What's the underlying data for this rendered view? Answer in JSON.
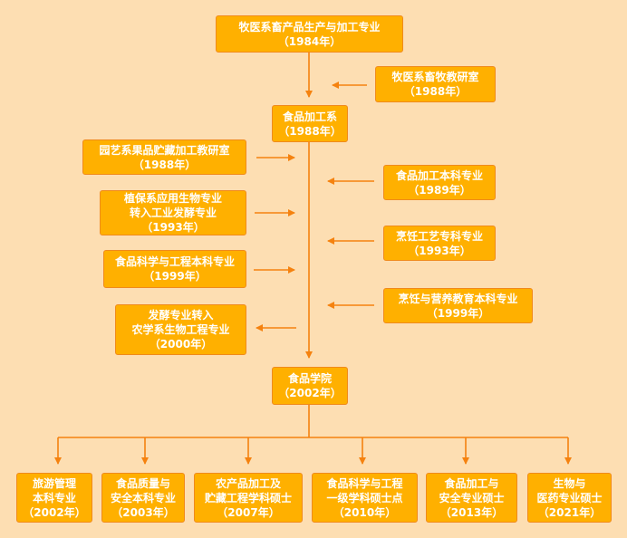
{
  "colors": {
    "background": "#fddeb2",
    "box_fill": "#ffb000",
    "box_border": "#f08a1c",
    "arrow": "#f5820f",
    "text": "#ffffff"
  },
  "nodes": {
    "origin": {
      "lines": [
        "牧医系畜产品生产与加工专业",
        "（1984年）"
      ]
    },
    "animal_lab": {
      "lines": [
        "牧医系畜牧教研室",
        "（1988年）"
      ]
    },
    "food_dept": {
      "lines": [
        "食品加工系",
        "（1988年）"
      ]
    },
    "horticulture_lab": {
      "lines": [
        "园艺系果品贮藏加工教研室",
        "（1988年）"
      ]
    },
    "food_processing_ug": {
      "lines": [
        "食品加工本科专业",
        "（1989年）"
      ]
    },
    "fermentation_transfer": {
      "lines": [
        "植保系应用生物专业",
        "转入工业发酵专业",
        "（1993年）"
      ]
    },
    "cooking_craft": {
      "lines": [
        "烹饪工艺专科专业",
        "（1993年）"
      ]
    },
    "food_science_ug": {
      "lines": [
        "食品科学与工程本科专业",
        "（1999年）"
      ]
    },
    "cooking_nutrition": {
      "lines": [
        "烹饪与营养教育本科专业",
        "（1999年）"
      ]
    },
    "fermentation_out": {
      "lines": [
        "发酵专业转入",
        "农学系生物工程专业",
        "（2000年）"
      ]
    },
    "food_college": {
      "lines": [
        "食品学院",
        "（2002年）"
      ]
    }
  },
  "children": [
    {
      "lines": [
        "旅游管理",
        "本科专业",
        "（2002年）"
      ]
    },
    {
      "lines": [
        "食品质量与",
        "安全本科专业",
        "（2003年）"
      ]
    },
    {
      "lines": [
        "农产品加工及",
        "贮藏工程学科硕士",
        "（2007年）"
      ]
    },
    {
      "lines": [
        "食品科学与工程",
        "一级学科硕士点",
        "（2010年）"
      ]
    },
    {
      "lines": [
        "食品加工与",
        "安全专业硕士",
        "（2013年）"
      ]
    },
    {
      "lines": [
        "生物与",
        "医药专业硕士",
        "（2021年）"
      ]
    }
  ]
}
